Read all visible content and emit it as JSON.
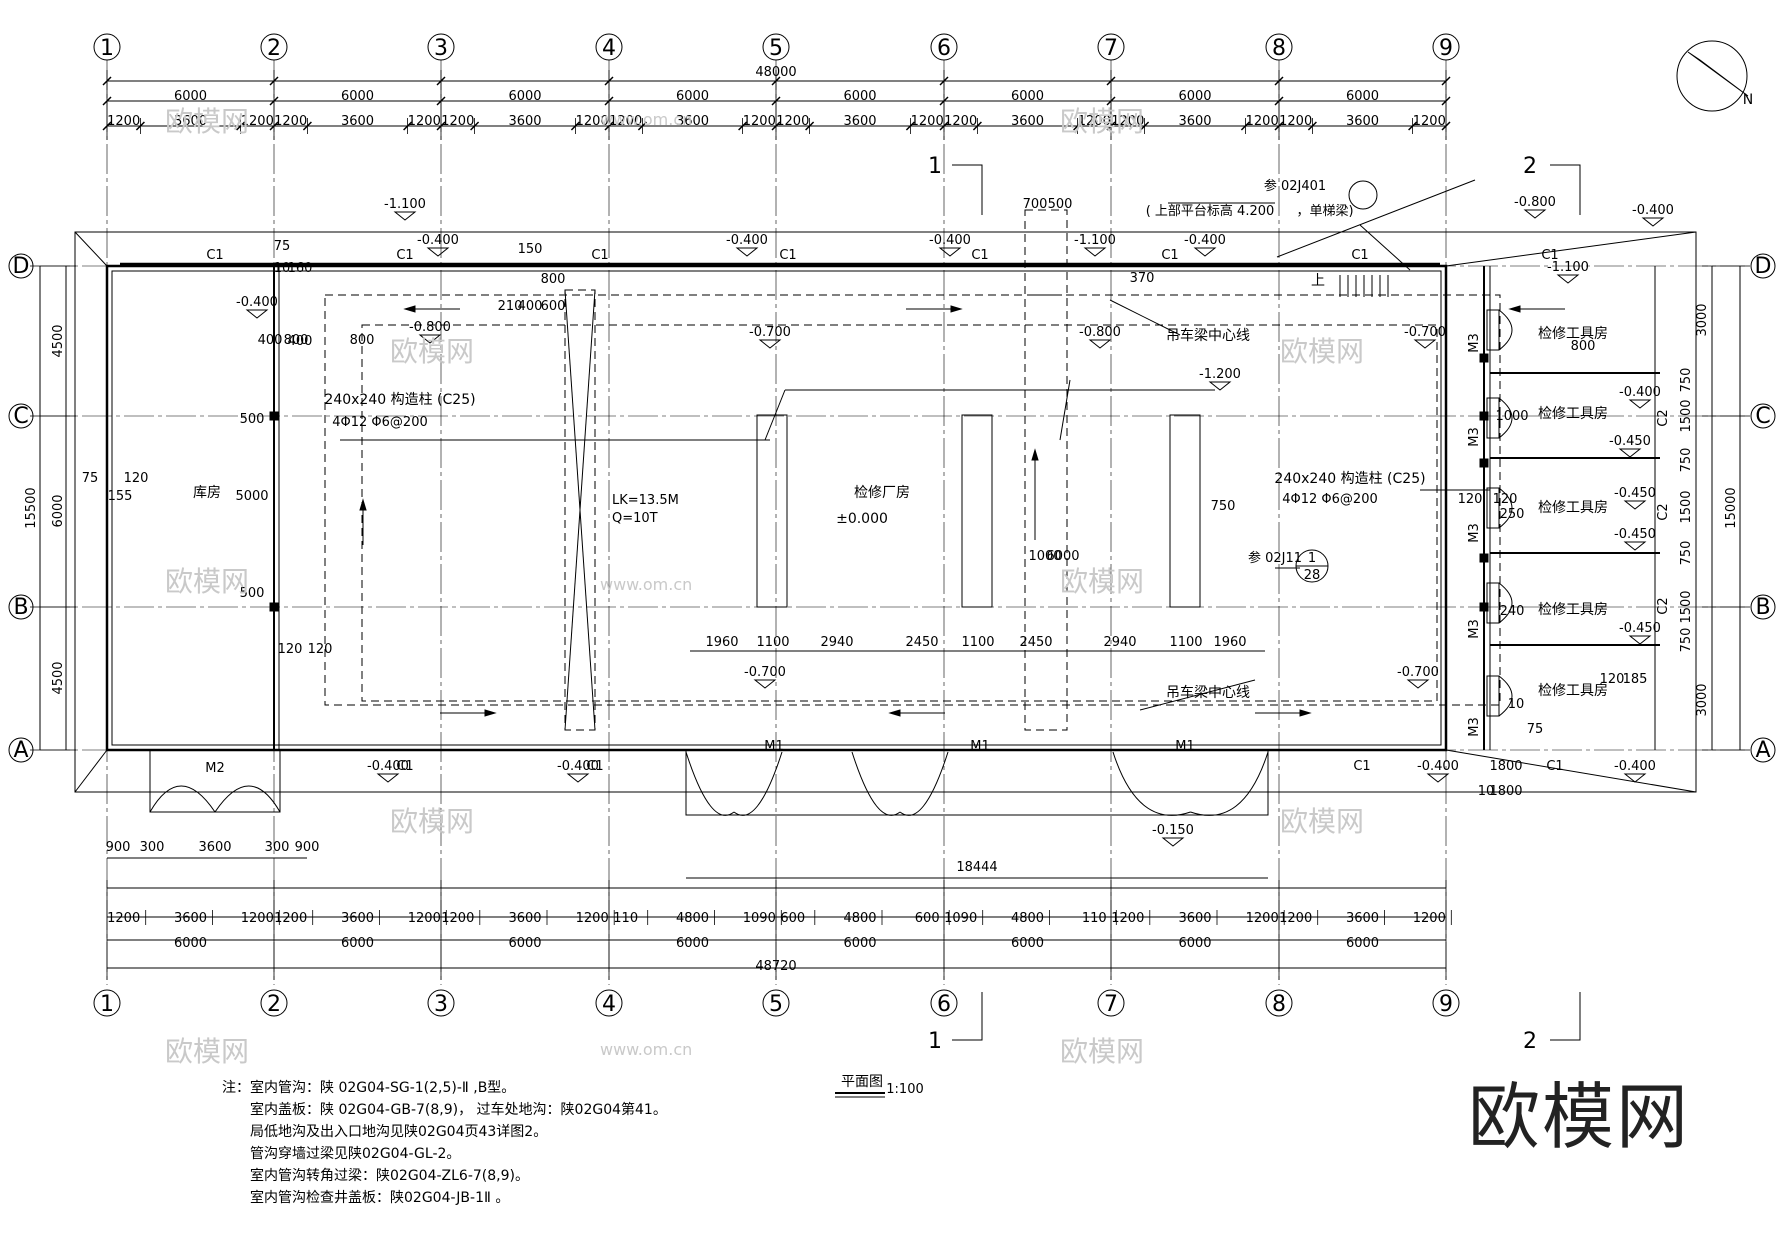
{
  "grid_x": [
    "1",
    "2",
    "3",
    "4",
    "5",
    "6",
    "7",
    "8",
    "9"
  ],
  "grid_y": [
    "D",
    "C",
    "B",
    "A"
  ],
  "dims": {
    "overall_top": "48000",
    "overall_bottom": "48720",
    "bay": "6000",
    "sub_top": [
      "1200",
      "3600",
      "1200"
    ],
    "door_widths": [
      "900",
      "300",
      "3600",
      "300",
      "900"
    ],
    "bottom_row": [
      "1200",
      "3600",
      "1200",
      "1200",
      "3600",
      "1200",
      "1200",
      "3600",
      "1200",
      "110",
      "4800",
      "1090",
      "600",
      "4800",
      "600",
      "1090",
      "4800",
      "110",
      "1200",
      "3600",
      "1200",
      "1200",
      "3600",
      "1200"
    ],
    "pit_row": [
      "1960",
      "1100",
      "2940",
      "2450",
      "1100",
      "2450",
      "2940",
      "1100",
      "1960"
    ],
    "door_m1_span": "18444",
    "left_total": "15500",
    "left_parts": [
      "4500",
      "6000",
      "4500"
    ],
    "right_total": "15000",
    "right_parts": [
      "3000",
      "3000"
    ],
    "room_heights": [
      "750",
      "1500",
      "750",
      "1500",
      "750",
      "1500",
      "750"
    ],
    "col_small": [
      "120",
      "120",
      "120",
      "120"
    ],
    "misc": [
      "75",
      "120",
      "155",
      "500",
      "5000",
      "500",
      "400",
      "800",
      "800",
      "400",
      "75",
      "10",
      "160",
      "150",
      "210",
      "400",
      "600",
      "800",
      "700",
      "500",
      "1000",
      "6000",
      "750",
      "370",
      "1000",
      "250",
      "240",
      "10",
      "1800",
      "1800",
      "75",
      "10",
      "185",
      "120",
      "800"
    ]
  },
  "labels": {
    "warehouse": "库房",
    "workshop": "检修厂房",
    "tool_room": "检修工具房",
    "crane": "LK=13.5M",
    "crane_q": "Q=10T",
    "crane_centerline": "吊车梁中心线",
    "column_note": "240x240 构造柱 (C25)",
    "column_rebar": "4Φ12 Φ6@200",
    "ref_top": "参 02J401",
    "platform": "( 上部平台标高 4.200",
    "ladder": "，单梯梁)",
    "ref_mid": "参 02J11",
    "ref_circle_top": "1",
    "ref_circle_bottom": "28",
    "up": "上",
    "floor_level": "±0.000",
    "c2": "C2",
    "m3": "M3"
  },
  "levels": [
    "-1.100",
    "-0.400",
    "-0.400",
    "-0.400",
    "-0.400",
    "-0.400",
    "-1.100",
    "-0.400",
    "-0.800",
    "-0.700",
    "-0.800",
    "-0.700",
    "-1.200",
    "-0.700",
    "-0.700",
    "-0.400",
    "-0.400",
    "-0.400",
    "-0.400",
    "-0.150",
    "-0.800",
    "-1.100",
    "-0.400",
    "-0.450",
    "-0.450",
    "-0.450",
    "-0.450"
  ],
  "windows": [
    "C1",
    "C1",
    "C1",
    "C1",
    "C1",
    "C1",
    "C1",
    "C1",
    "C1",
    "C1",
    "C1",
    "C1"
  ],
  "doors": [
    "M2",
    "M1",
    "M1",
    "M1"
  ],
  "sections": [
    "1",
    "2"
  ],
  "north": "N",
  "title": {
    "text": "平面图",
    "scale": "1:100"
  },
  "notes": {
    "head": "注：",
    "lines": [
      "室内管沟：陕 02G04-SG-1(2,5)-Ⅱ ,B型。",
      "室内盖板：陕 02G04-GB-7(8,9)， 过车处地沟：陕02G04第41。",
      "局低地沟及出入口地沟见陕02G04页43详图2。",
      "管沟穿墙过梁见陕02G04-GL-2。",
      "室内管沟转角过梁：陕02G04-ZL6-7(8,9)。",
      "室内管沟检查井盖板：陕02G04-JB-1Ⅱ 。"
    ]
  },
  "watermark": "欧模网",
  "watermark_url": "www.om.cn",
  "colors": {
    "line": "#000000",
    "watermark": "#c9c9c9"
  }
}
